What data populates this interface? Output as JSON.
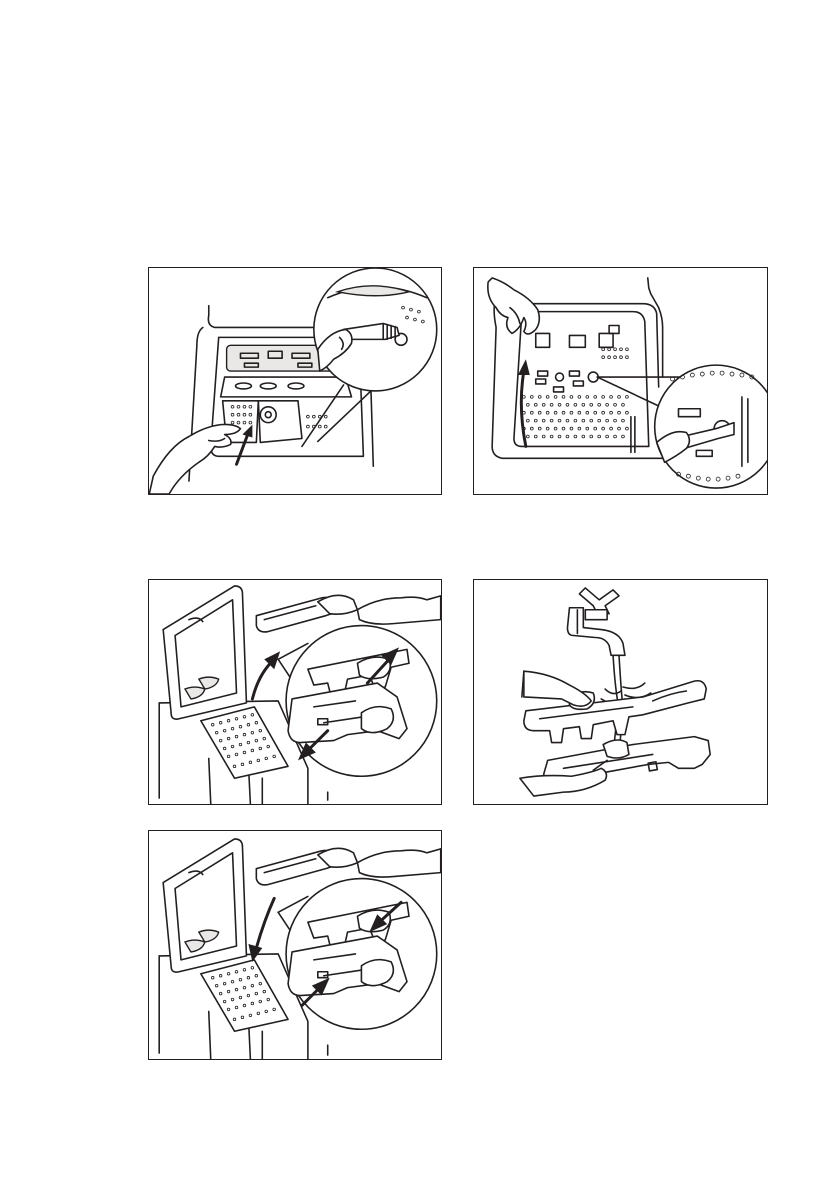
{
  "figures": [
    {
      "id": "fig1",
      "icons": [
        "hand-icon",
        "brush-icon",
        "up-arrow-icon",
        "magnifier-detail-icon"
      ]
    },
    {
      "id": "fig2",
      "icons": [
        "hand-icon",
        "brush-icon",
        "curved-up-arrow-icon",
        "magnifier-detail-icon"
      ]
    },
    {
      "id": "fig3",
      "icons": [
        "lid-icon",
        "filter-tray-icon",
        "curved-up-arrow-icon",
        "pull-out-arrows-icon"
      ]
    },
    {
      "id": "fig4",
      "icons": [
        "tap-icon",
        "water-stream-icon",
        "filter-tray-icon",
        "hands-icon"
      ]
    },
    {
      "id": "fig5",
      "icons": [
        "lid-icon",
        "filter-tray-icon",
        "curved-down-arrow-icon",
        "push-in-arrows-icon"
      ]
    }
  ]
}
